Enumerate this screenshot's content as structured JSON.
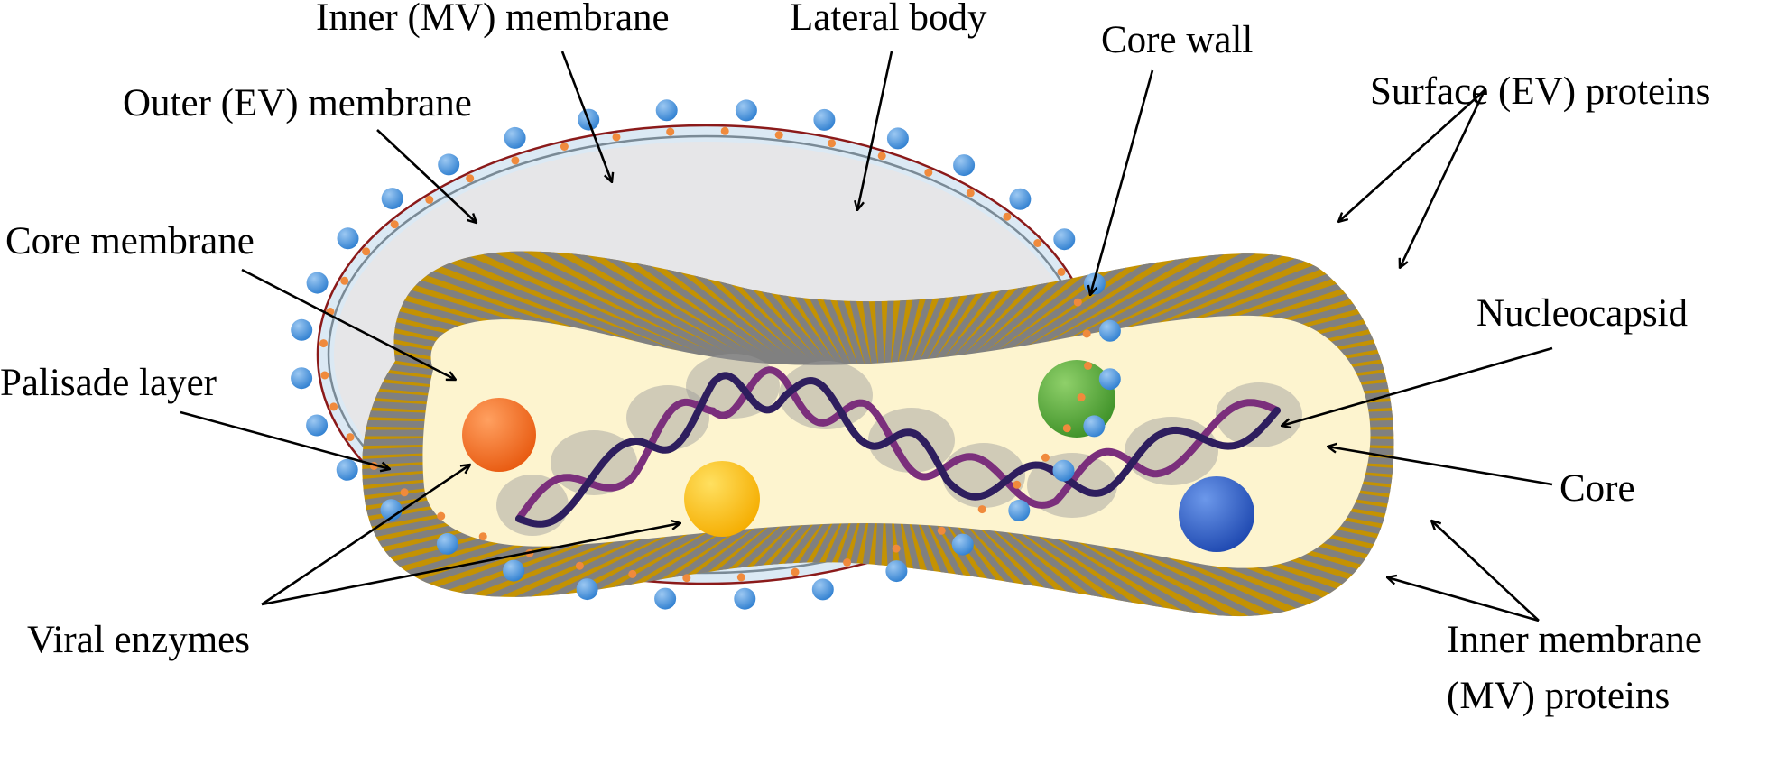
{
  "labels": {
    "inner_mv_membrane": "Inner (MV) membrane",
    "lateral_body": "Lateral body",
    "core_wall": "Core wall",
    "outer_ev_membrane": "Outer (EV) membrane",
    "surface_ev_proteins": "Surface (EV) proteins",
    "core_membrane": "Core membrane",
    "nucleocapsid": "Nucleocapsid",
    "palisade_layer": "Palisade layer",
    "core": "Core",
    "viral_enzymes": "Viral enzymes",
    "inner_membrane_mv_proteins_line1": "Inner membrane",
    "inner_membrane_mv_proteins_line2": "(MV) proteins"
  },
  "colors": {
    "outer_membrane_line": "#8b1a1a",
    "membrane_band": "#dbe9f4",
    "inner_membrane_line": "#7a8a96",
    "lateral_body_fill": "#e6e6e8",
    "core_wall_fill": "#c49202",
    "palisade_bar": "#808080",
    "core_fill": "#fdf4cf",
    "surface_protein": "#3d8fdc",
    "mv_protein": "#f08a3c",
    "dna_strand_dark": "#2e1e5e",
    "dna_strand_light": "#7b2f7c",
    "nucleocapsid_blob": "#9a9a9a",
    "enzyme_orange": "#f26a1b",
    "enzyme_yellow": "#ffc20e",
    "enzyme_green": "#5aa83a",
    "enzyme_blue": "#2e5fc4"
  }
}
